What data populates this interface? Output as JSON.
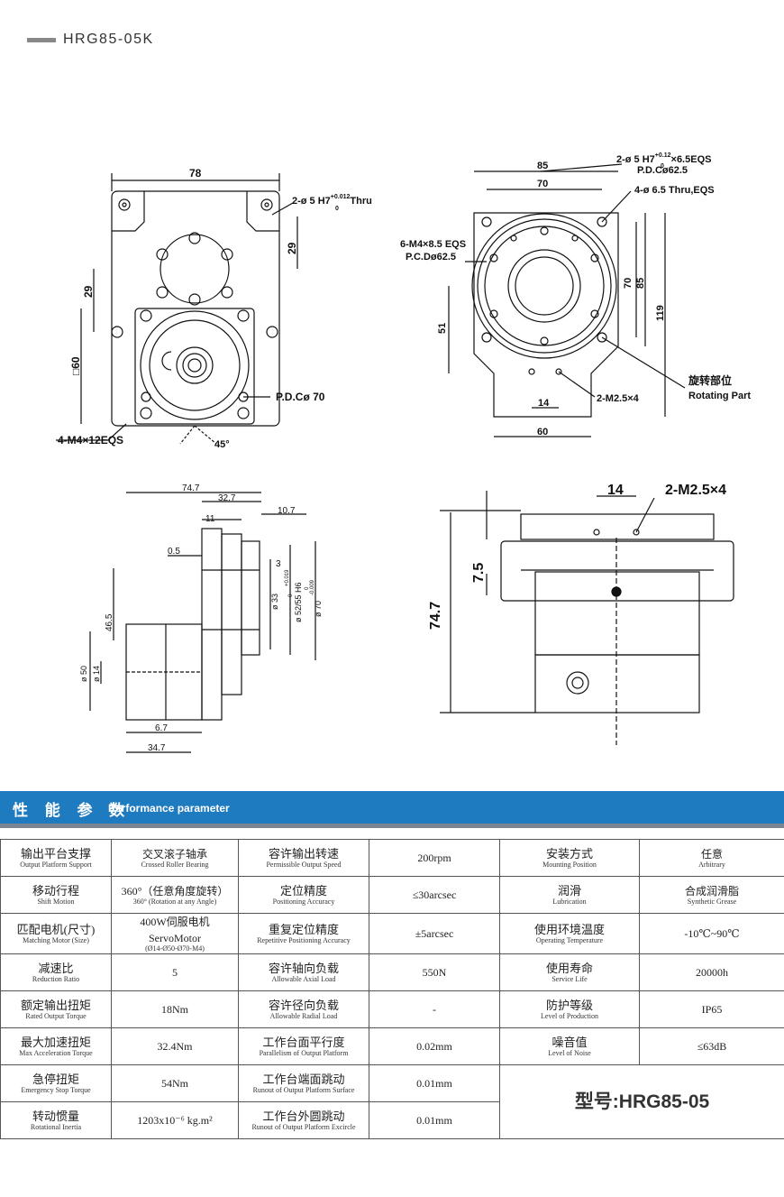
{
  "header": {
    "title": "HRG85-05K"
  },
  "drawing": {
    "dim_78": "78",
    "dim_29a": "29",
    "dim_29b": "29",
    "dim_60box": "□60",
    "dim_45": "45°",
    "note_thru": "2-ø 5 H7",
    "note_thru_tol": "+0.012",
    "note_thru_tol_lo": "0",
    "note_thru_end": "Thru",
    "note_pcd70": "P.D.Cø 70",
    "note_m4": "4-M4×12EQS",
    "dim_85a": "85",
    "dim_70a": "70",
    "note_top1": "2-ø 5 H7",
    "note_top1_tol": "+0.12",
    "note_top1_tol_lo": "0",
    "note_top1_end": "×6.5EQS",
    "note_top2": "P.D.Cø62.5",
    "note_top3": "4-ø 6.5 Thru,EQS",
    "note_m48a": "6-M4×8.5 EQS",
    "note_m48b": "P.C.Dø62.5",
    "dim_51": "51",
    "dim_70v": "70",
    "dim_85v": "85",
    "dim_119": "119",
    "dim_14a": "14",
    "dim_60b": "60",
    "note_m25a": "2-M2.5×4",
    "rot_cn": "旋转部位",
    "rot_en": "Rotating Part",
    "dim_74_7a": "74.7",
    "dim_32_7": "32.7",
    "dim_11": "11",
    "dim_10_7": "10.7",
    "dim_0_5": "0.5",
    "dim_3": "3",
    "dim_33": "ø 33",
    "dim_33_tol": "+0.019",
    "dim_33_tol2": "0",
    "dim_52": "ø 52/55 H6",
    "dim_70c": "ø 70",
    "dim_70c_tol": "-0.009",
    "dim_70c_tol2": "0",
    "dim_46_5": "46.5",
    "dim_50": "ø 50",
    "dim_14b": "ø 14",
    "dim_6_7": "6.7",
    "dim_34_7": "34.7",
    "dim_14c": "14",
    "note_m25b": "2-M2.5×4",
    "dim_7_5": "7.5",
    "dim_74_7b": "74.7"
  },
  "section": {
    "title_cn": "性 能 参 数",
    "title_en": "Performance parameter"
  },
  "spec": {
    "rows": [
      {
        "c1_cn": "输出平台支撑",
        "c1_en": "Output Platform Support",
        "c2_cn": "交叉滚子轴承",
        "c2_en": "Crossed Roller Bearing",
        "c3_cn": "容许输出转速",
        "c3_en": "Permissible Output Speed",
        "c4": "200rpm",
        "c5_cn": "安装方式",
        "c5_en": "Mounting Position",
        "c6_cn": "任意",
        "c6_en": "Arbitrary"
      },
      {
        "c1_cn": "移动行程",
        "c1_en": "Shift Motion",
        "c2_cn": "360°（任意角度旋转）",
        "c2_en": "360°  (Rotation at any Angle)",
        "c3_cn": "定位精度",
        "c3_en": "Positioning Accuracy",
        "c4": "≤30arcsec",
        "c5_cn": "润滑",
        "c5_en": "Lubrication",
        "c6_cn": "合成润滑脂",
        "c6_en": "Synthetic Grease"
      },
      {
        "c1_cn": "匹配电机(尺寸)",
        "c1_en": "Matching Motor  (Size)",
        "c2_cn": "400W伺服电机 ServoMotor",
        "c2_en": "(Ø14-Ø50-Ø70-M4)",
        "c3_cn": "重复定位精度",
        "c3_en": "Repetitive Positioning Accuracy",
        "c4": "±5arcsec",
        "c5_cn": "使用环境温度",
        "c5_en": "Operating Temperature",
        "c6_cn": "-10℃~90℃",
        "c6_en": ""
      },
      {
        "c1_cn": "减速比",
        "c1_en": "Reduction Ratio",
        "c2_cn": "5",
        "c2_en": "",
        "c3_cn": "容许轴向负载",
        "c3_en": "Allowable Axial Load",
        "c4": "550N",
        "c5_cn": "使用寿命",
        "c5_en": "Service Life",
        "c6_cn": "20000h",
        "c6_en": ""
      },
      {
        "c1_cn": "额定输出扭矩",
        "c1_en": "Rated Output Torque",
        "c2_cn": "18Nm",
        "c2_en": "",
        "c3_cn": "容许径向负载",
        "c3_en": "Allowable Radial Load",
        "c4": "-",
        "c5_cn": "防护等级",
        "c5_en": "Level of Production",
        "c6_cn": "IP65",
        "c6_en": ""
      },
      {
        "c1_cn": "最大加速扭矩",
        "c1_en": "Max Acceleration Torque",
        "c2_cn": "32.4Nm",
        "c2_en": "",
        "c3_cn": "工作台面平行度",
        "c3_en": "Parallelism of Output Platform",
        "c4": "0.02mm",
        "c5_cn": "噪音值",
        "c5_en": "Level of Noise",
        "c6_cn": "≤63dB",
        "c6_en": ""
      },
      {
        "c1_cn": "急停扭矩",
        "c1_en": "Emergency Stop Torque",
        "c2_cn": "54Nm",
        "c2_en": "",
        "c3_cn": "工作台端面跳动",
        "c3_en": "Runout of Output Platform Surface",
        "c4": "0.01mm"
      },
      {
        "c1_cn": "转动惯量",
        "c1_en": "Rotational Inertia",
        "c2_cn": "1203x10⁻⁶ kg.m²",
        "c2_en": "",
        "c3_cn": "工作台外圆跳动",
        "c3_en": "Runout of Output Platform Excircle",
        "c4": "0.01mm"
      }
    ],
    "model": "型号:HRG85-05"
  }
}
